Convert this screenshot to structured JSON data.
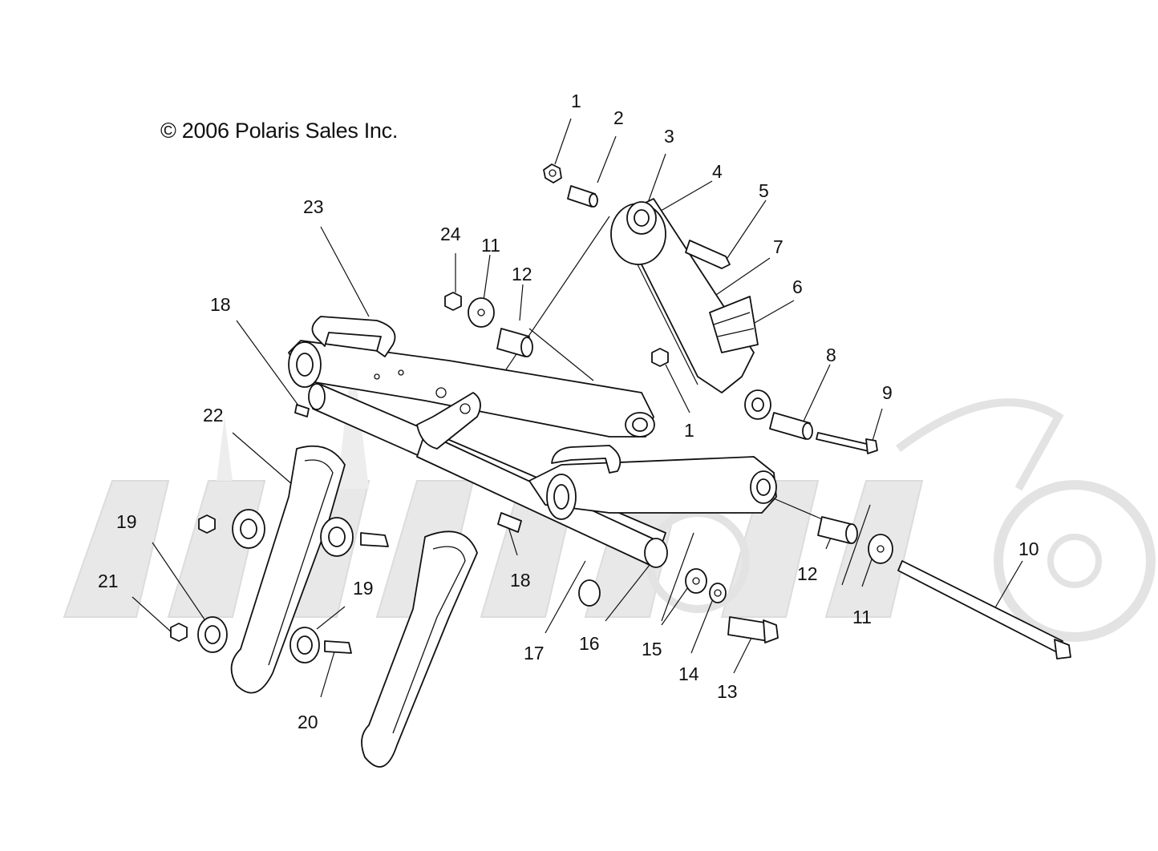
{
  "copyright": "© 2006 Polaris Sales Inc.",
  "callouts": {
    "c1a": "1",
    "c2": "2",
    "c3": "3",
    "c4": "4",
    "c5": "5",
    "c7": "7",
    "c6": "6",
    "c23": "23",
    "c24": "24",
    "c11a": "11",
    "c12a": "12",
    "c18a": "18",
    "c8": "8",
    "c9": "9",
    "c1b": "1",
    "c22": "22",
    "c19a": "19",
    "c21": "21",
    "c19b": "19",
    "c18b": "18",
    "c12b": "12",
    "c11b": "11",
    "c10": "10",
    "c17": "17",
    "c16": "16",
    "c15": "15",
    "c14": "14",
    "c13": "13",
    "c20": "20"
  }
}
